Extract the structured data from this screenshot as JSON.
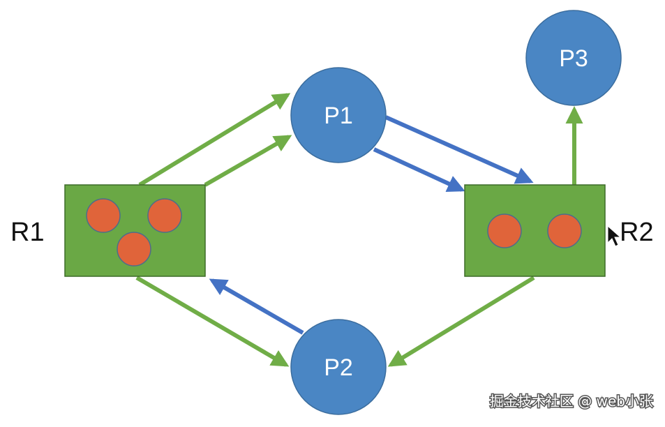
{
  "diagram": {
    "processes": [
      {
        "id": "P1",
        "label": "P1"
      },
      {
        "id": "P2",
        "label": "P2"
      },
      {
        "id": "P3",
        "label": "P3"
      }
    ],
    "resources": [
      {
        "id": "R1",
        "label": "R1",
        "instances": 3
      },
      {
        "id": "R2",
        "label": "R2",
        "instances": 2
      }
    ],
    "edges": [
      {
        "from": "R1",
        "to": "P1",
        "type": "assignment"
      },
      {
        "from": "R1",
        "to": "P1",
        "type": "assignment"
      },
      {
        "from": "R1",
        "to": "P2",
        "type": "assignment"
      },
      {
        "from": "P1",
        "to": "R2",
        "type": "request"
      },
      {
        "from": "P1",
        "to": "R2",
        "type": "request"
      },
      {
        "from": "P2",
        "to": "R1",
        "type": "request"
      },
      {
        "from": "R2",
        "to": "P2",
        "type": "assignment"
      },
      {
        "from": "R2",
        "to": "P3",
        "type": "assignment"
      }
    ]
  },
  "colors": {
    "process_fill": "#4a86c4",
    "process_stroke": "#3b6d9e",
    "resource_fill": "#6aa845",
    "resource_stroke": "#3d6b28",
    "instance_fill": "#e0643a",
    "instance_stroke": "#4d6d8a",
    "assignment_edge": "#70ad47",
    "request_edge": "#4472c4"
  },
  "watermark": "掘金技术社区 @ web小张"
}
